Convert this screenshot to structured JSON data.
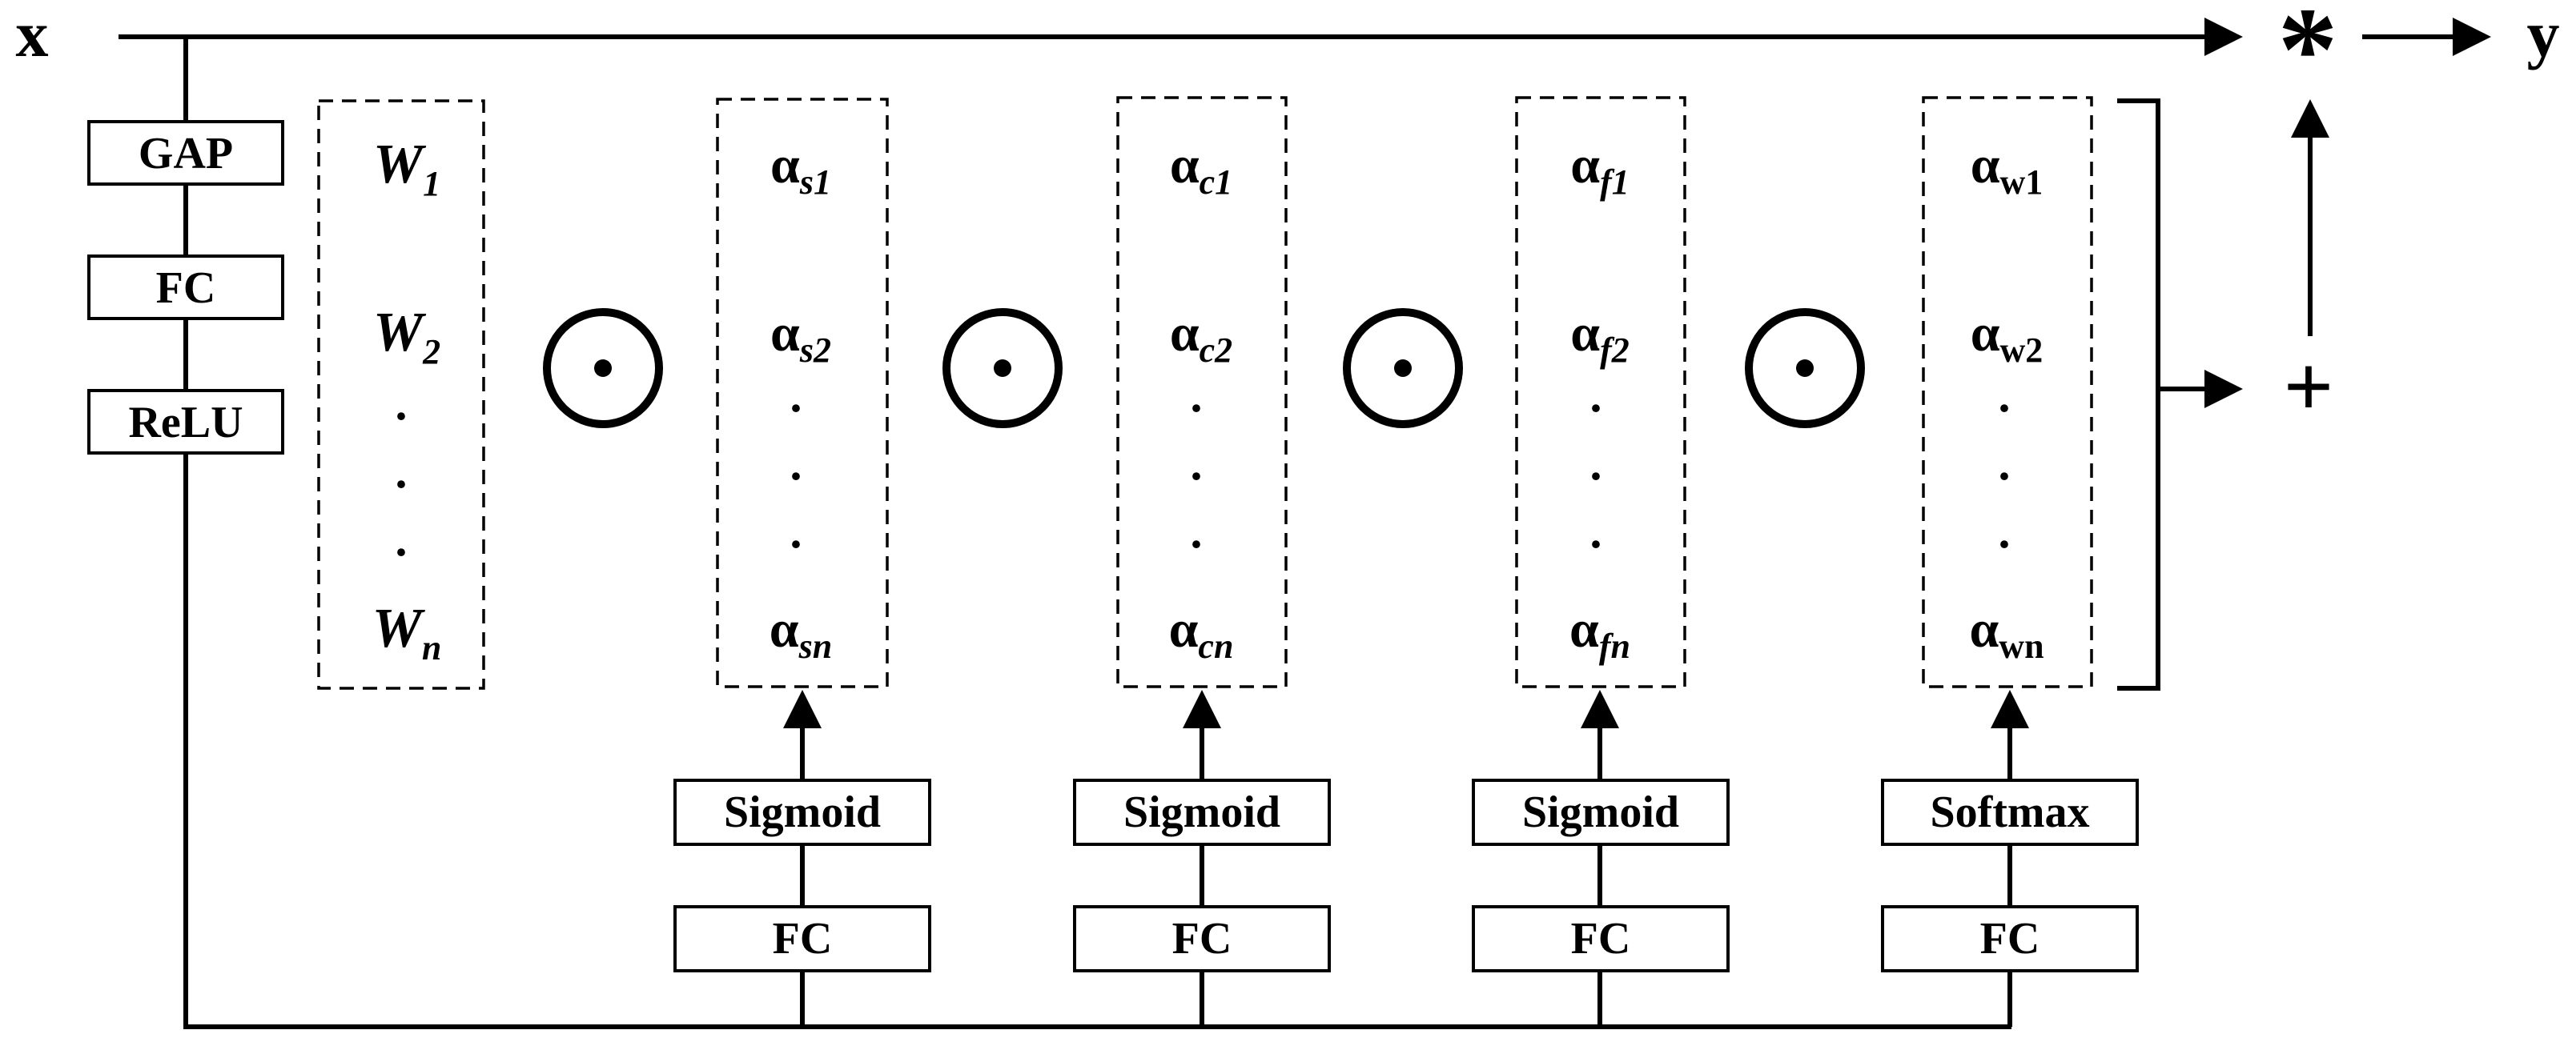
{
  "input_label": "x",
  "output_label": "y",
  "multiply_symbol": "*",
  "add_symbol": "+",
  "hadamard_symbol": "⊙",
  "branch_blocks": [
    "GAP",
    "FC",
    "ReLU"
  ],
  "weights": {
    "names": [
      "W",
      "W",
      "W"
    ],
    "subscripts": [
      "1",
      "2",
      "n"
    ]
  },
  "vector_dots": "·",
  "attention_groups": [
    {
      "symbol": "α",
      "subscripts": [
        "s1",
        "s2",
        "sn"
      ],
      "activation": "Sigmoid",
      "fc": "FC"
    },
    {
      "symbol": "α",
      "subscripts": [
        "c1",
        "c2",
        "cn"
      ],
      "activation": "Sigmoid",
      "fc": "FC"
    },
    {
      "symbol": "α",
      "subscripts": [
        "f1",
        "f2",
        "fn"
      ],
      "activation": "Sigmoid",
      "fc": "FC"
    },
    {
      "symbol": "α",
      "subscripts": [
        "w1",
        "w2",
        "wn"
      ],
      "activation": "Softmax",
      "fc": "FC"
    }
  ]
}
